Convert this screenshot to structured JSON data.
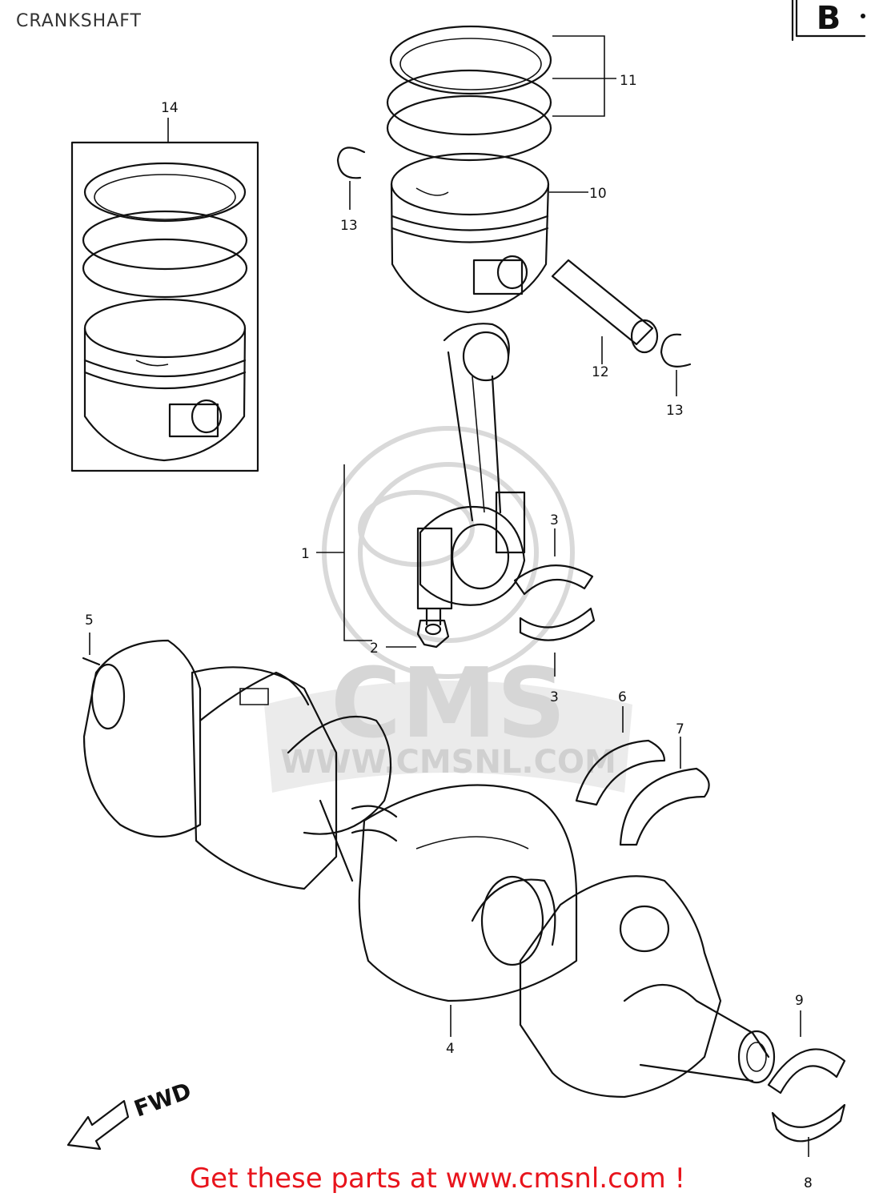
{
  "title": "CRANKSHAFT",
  "section_badge": "B",
  "watermark": {
    "brand": "CMS",
    "url": "WWW.CMSNL.COM"
  },
  "direction_label": "FWD",
  "promo_text": "Get these parts at www.cmsnl.com !",
  "callouts": {
    "c1": "1",
    "c2": "2",
    "c3a": "3",
    "c3b": "3",
    "c4": "4",
    "c5": "5",
    "c6": "6",
    "c7": "7",
    "c8": "8",
    "c9": "9",
    "c10": "10",
    "c11": "11",
    "c12": "12",
    "c13a": "13",
    "c13b": "13",
    "c14": "14"
  },
  "colors": {
    "line": "#111111",
    "watermark": "#d9d9d9",
    "promo": "#e8141c"
  }
}
